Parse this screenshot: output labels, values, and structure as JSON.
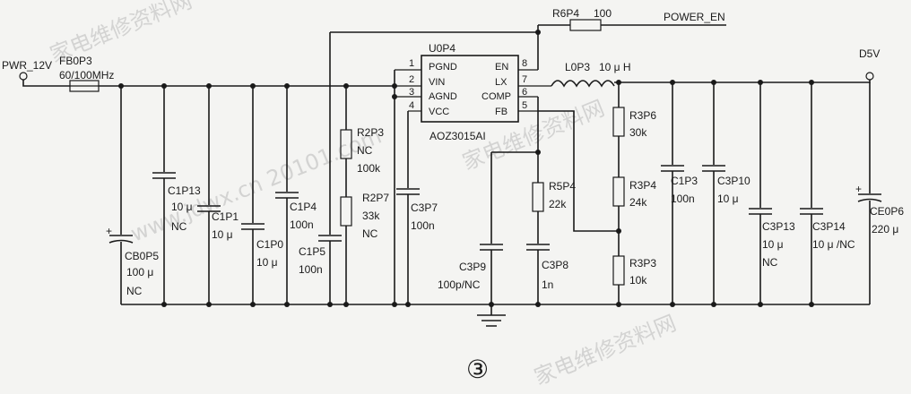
{
  "watermark": {
    "text_a": "家电维修资料网",
    "text_b": "www.jdwx.cn 20101.com",
    "text_c": "家电维修资料网"
  },
  "net_labels": {
    "pwr_in": "PWR_12V",
    "power_en": "POWER_EN",
    "out": "D5V"
  },
  "ic": {
    "ref": "U0P4",
    "part": "AOZ3015AI",
    "left_pins": [
      {
        "num": "1",
        "name": "PGND"
      },
      {
        "num": "2",
        "name": "VIN"
      },
      {
        "num": "3",
        "name": "AGND"
      },
      {
        "num": "4",
        "name": "VCC"
      }
    ],
    "right_pins": [
      {
        "num": "8",
        "name": "EN"
      },
      {
        "num": "7",
        "name": "LX"
      },
      {
        "num": "6",
        "name": "COMP"
      },
      {
        "num": "5",
        "name": "FB"
      }
    ]
  },
  "components": {
    "fb": {
      "ref": "FB0P3",
      "value": "60/100MHz"
    },
    "r6p4": {
      "ref": "R6P4",
      "value": "100"
    },
    "l0p3": {
      "ref": "L0P3",
      "value": "10 μ H"
    },
    "cb0p5": {
      "ref": "CB0P5",
      "value": "100 μ",
      "note": "NC"
    },
    "c1p13": {
      "ref": "C1P13",
      "value": "10 μ",
      "note": "NC"
    },
    "c1p1": {
      "ref": "C1P1",
      "value": "10 μ"
    },
    "c1p0": {
      "ref": "C1P0",
      "value": "10 μ"
    },
    "c1p4": {
      "ref": "C1P4",
      "value": "100n"
    },
    "c1p5": {
      "ref": "C1P5",
      "value": "100n"
    },
    "r2p3": {
      "ref": "R2P3",
      "value": "NC",
      "note": "100k"
    },
    "r2p7": {
      "ref": "R2P7",
      "value": "33k",
      "note": "NC"
    },
    "c3p7": {
      "ref": "C3P7",
      "value": "100n"
    },
    "c3p9": {
      "ref": "C3P9",
      "value": "100p/NC"
    },
    "r5p4": {
      "ref": "R5P4",
      "value": "22k"
    },
    "c3p8": {
      "ref": "C3P8",
      "value": "1n"
    },
    "r3p6": {
      "ref": "R3P6",
      "value": "30k"
    },
    "r3p4": {
      "ref": "R3P4",
      "value": "24k"
    },
    "r3p3": {
      "ref": "R3P3",
      "value": "10k"
    },
    "c1p3": {
      "ref": "C1P3",
      "value": "100n"
    },
    "c3p10": {
      "ref": "C3P10",
      "value": "10 μ"
    },
    "c3p13": {
      "ref": "C3P13",
      "value": "10 μ",
      "note": "NC"
    },
    "c3p14": {
      "ref": "C3P14",
      "value": "10 μ /NC"
    },
    "ce0p6": {
      "ref": "CE0P6",
      "value": "220 μ"
    }
  },
  "figure_number": "③"
}
